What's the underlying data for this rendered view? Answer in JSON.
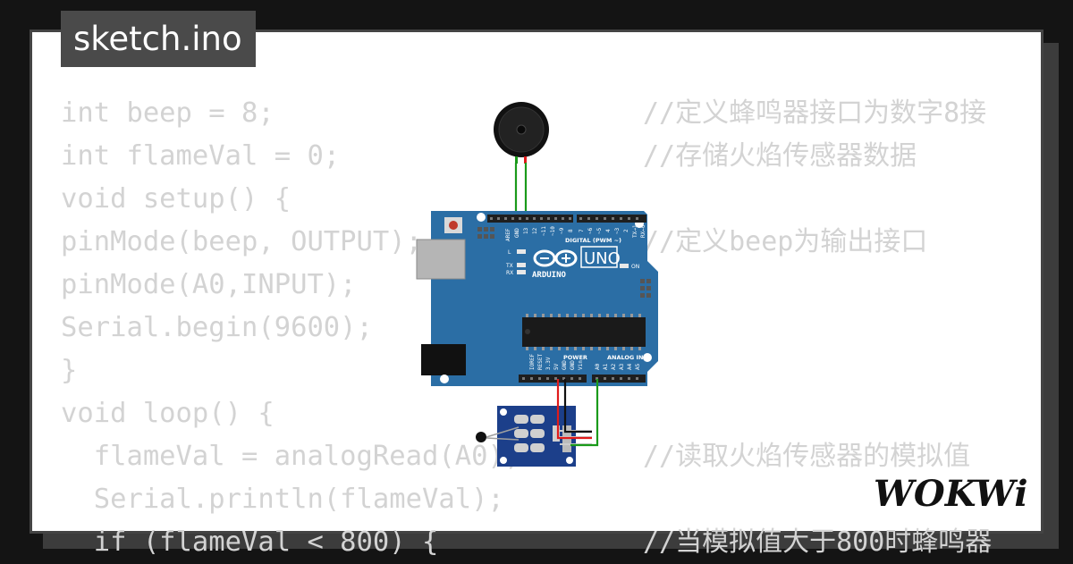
{
  "tab": {
    "filename": "sketch.ino"
  },
  "code": {
    "lines": [
      "int beep = 8;",
      "int flameVal = 0;",
      "void setup() {",
      "pinMode(beep, OUTPUT);",
      "pinMode(A0,INPUT);",
      "Serial.begin(9600);",
      "}",
      "void loop() {",
      "  flameVal = analogRead(A0);",
      "  Serial.println(flameVal);",
      "  if (flameVal < 800) {"
    ],
    "comments": [
      {
        "line": 0,
        "text": "//定义蜂鸣器接口为数字8接"
      },
      {
        "line": 1,
        "text": "//存储火焰传感器数据"
      },
      {
        "line": 3,
        "text": "//定义beep为输出接口"
      },
      {
        "line": 8,
        "text": "//读取火焰传感器的模拟值"
      },
      {
        "line": 10,
        "text": "//当模拟值大于800时蜂鸣器"
      }
    ]
  },
  "board": {
    "brand": "ARDUINO",
    "model": "UNO",
    "digital_label": "DIGITAL (PWM ~)",
    "power_label": "POWER",
    "analog_label": "ANALOG IN",
    "on_label": "ON",
    "tx_label": "TX",
    "rx_label": "RX",
    "l_label": "L"
  },
  "branding": {
    "logo_text": "WOKWi"
  },
  "colors": {
    "board": "#2b6ea5",
    "wire_green": "#1a9a1a",
    "wire_red": "#e01b1b",
    "wire_black": "#111111",
    "code_text": "#d3d3d3",
    "tab_bg": "#4a4a4a"
  }
}
